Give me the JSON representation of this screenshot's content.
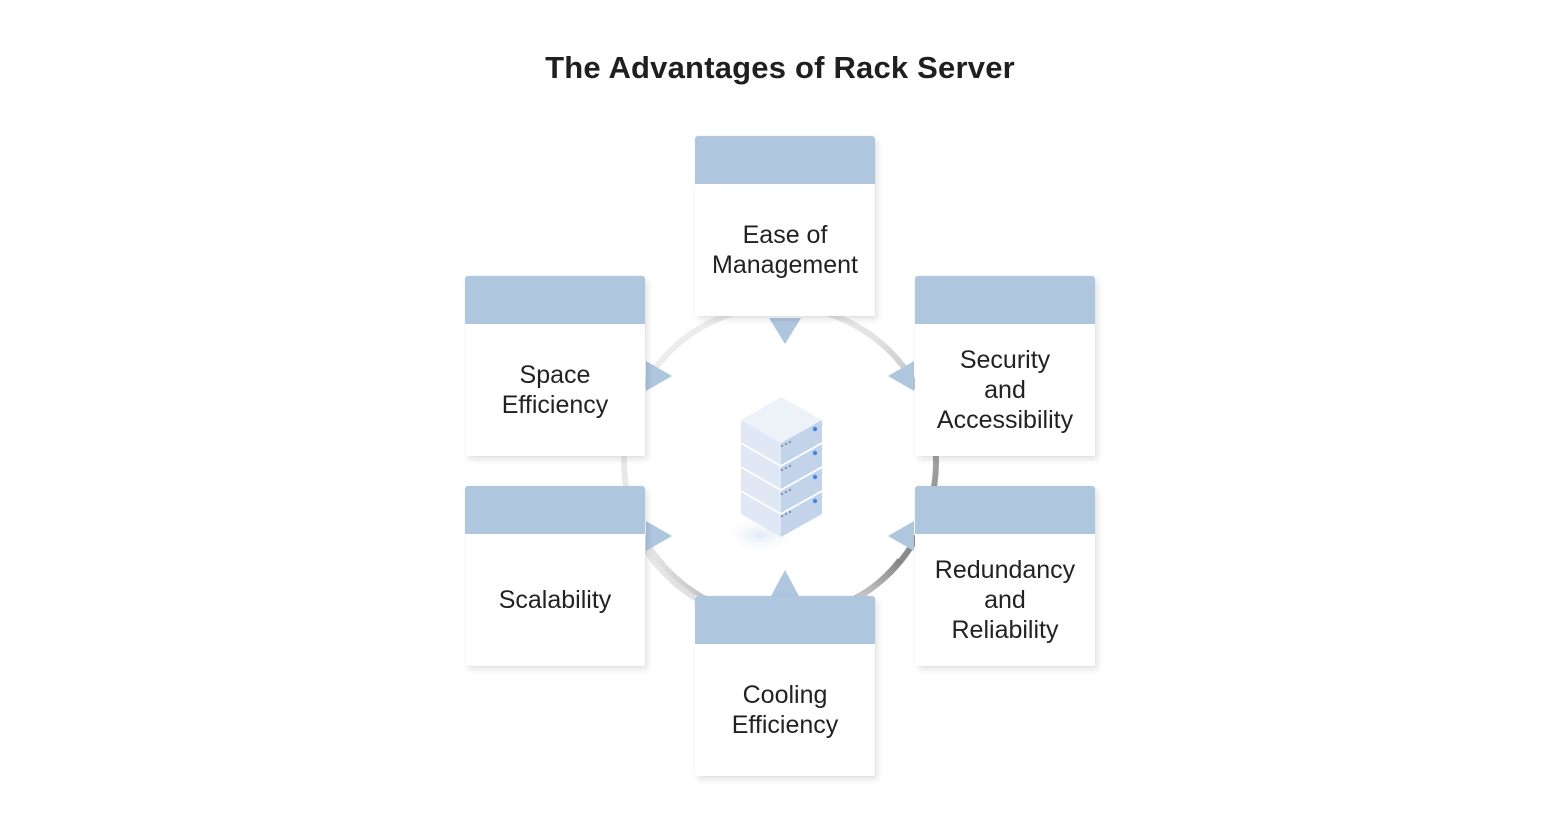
{
  "title": "The Advantages of Rack Server",
  "cards": {
    "ease": "Ease of\nManagement",
    "space": "Space\nEfficiency",
    "security": "Security\nand\nAccessibility",
    "scalability": "Scalability",
    "redundancy": "Redundancy\nand\nReliability",
    "cooling": "Cooling\nEfficiency"
  },
  "colors": {
    "band": "#afc6df",
    "arrow": "#afc6df",
    "ring_light": "#e6e6e6",
    "ring_dark": "#6e6e6e",
    "server_front": "#dfe8f4",
    "server_side": "#c3d4ea",
    "server_top": "#edf2f9",
    "server_led": "#3d86d8"
  },
  "icons": {
    "center": "server-rack-icon",
    "pointer": "triangle-pointer-icon"
  }
}
